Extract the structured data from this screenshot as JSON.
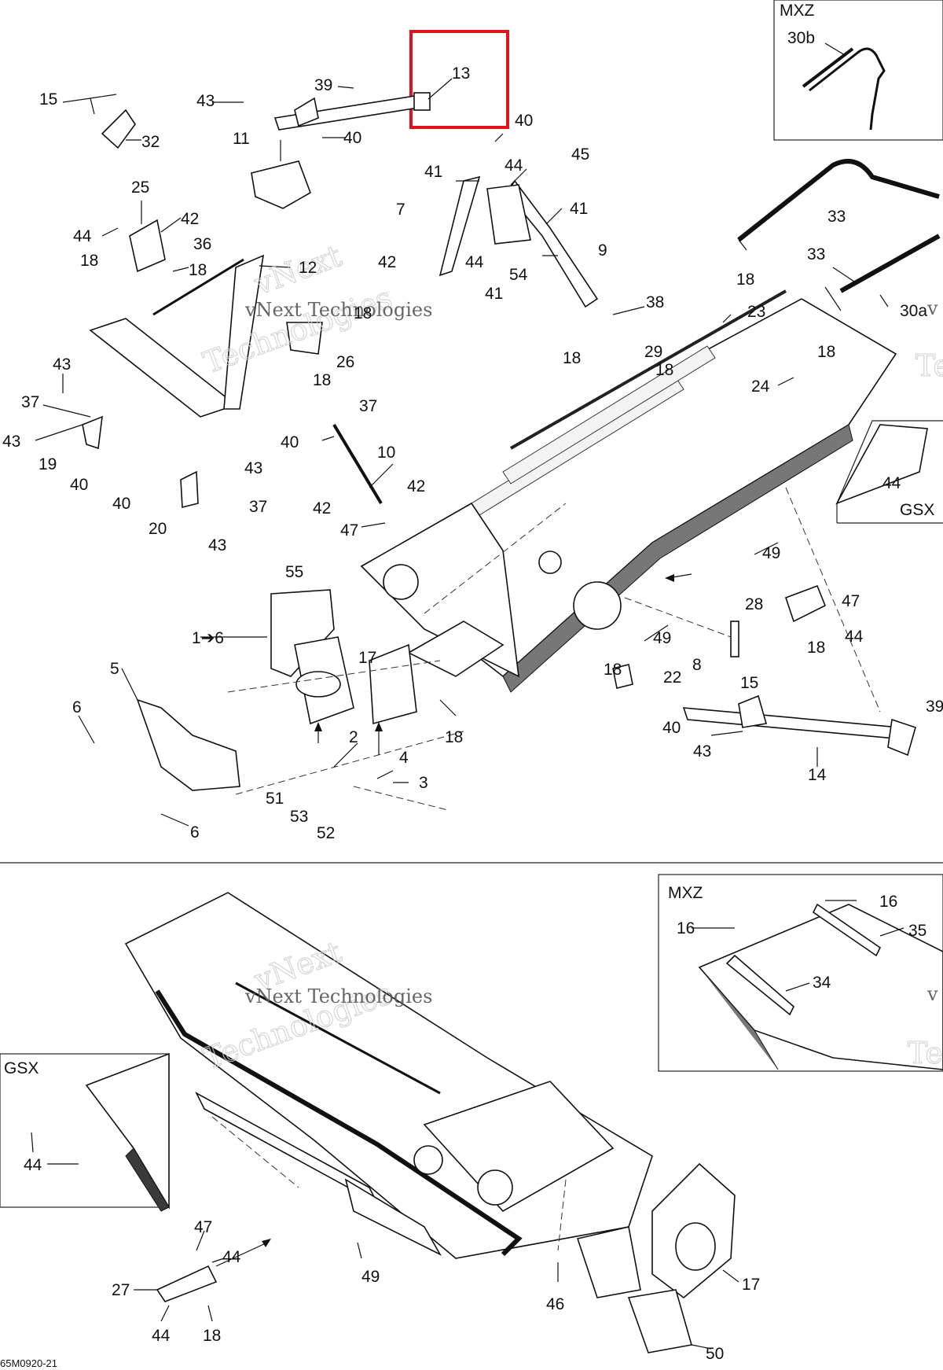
{
  "labels": [
    {
      "id": "13",
      "text": "13"
    },
    {
      "id": "39a",
      "text": "39"
    },
    {
      "id": "43a",
      "text": "43"
    },
    {
      "id": "40a",
      "text": "40"
    },
    {
      "id": "40b",
      "text": "40"
    },
    {
      "id": "15a",
      "text": "15"
    },
    {
      "id": "32",
      "text": "32"
    },
    {
      "id": "11",
      "text": "11"
    },
    {
      "id": "25",
      "text": "25"
    },
    {
      "id": "44a",
      "text": "44"
    },
    {
      "id": "42a",
      "text": "42"
    },
    {
      "id": "36",
      "text": "36"
    },
    {
      "id": "18a",
      "text": "18"
    },
    {
      "id": "18b",
      "text": "18"
    },
    {
      "id": "12",
      "text": "12"
    },
    {
      "id": "18c",
      "text": "18"
    },
    {
      "id": "26",
      "text": "26"
    },
    {
      "id": "18d",
      "text": "18"
    },
    {
      "id": "43b",
      "text": "43"
    },
    {
      "id": "37a",
      "text": "37"
    },
    {
      "id": "43c",
      "text": "43"
    },
    {
      "id": "19",
      "text": "19"
    },
    {
      "id": "40c",
      "text": "40"
    },
    {
      "id": "41a",
      "text": "41"
    },
    {
      "id": "44b",
      "text": "44"
    },
    {
      "id": "45",
      "text": "45"
    },
    {
      "id": "7",
      "text": "7"
    },
    {
      "id": "41b",
      "text": "41"
    },
    {
      "id": "42b",
      "text": "42"
    },
    {
      "id": "44c",
      "text": "44"
    },
    {
      "id": "54",
      "text": "54"
    },
    {
      "id": "41c",
      "text": "41"
    },
    {
      "id": "9",
      "text": "9"
    },
    {
      "id": "38",
      "text": "38"
    },
    {
      "id": "33a",
      "text": "33"
    },
    {
      "id": "33b",
      "text": "33"
    },
    {
      "id": "30a",
      "text": "30a"
    },
    {
      "id": "18e",
      "text": "18"
    },
    {
      "id": "23",
      "text": "23"
    },
    {
      "id": "18f",
      "text": "18"
    },
    {
      "id": "24",
      "text": "24"
    },
    {
      "id": "18g",
      "text": "18"
    },
    {
      "id": "29",
      "text": "29"
    },
    {
      "id": "18h",
      "text": "18"
    },
    {
      "id": "37b",
      "text": "37"
    },
    {
      "id": "40d",
      "text": "40"
    },
    {
      "id": "10",
      "text": "10"
    },
    {
      "id": "42c",
      "text": "42"
    },
    {
      "id": "42d",
      "text": "42"
    },
    {
      "id": "47a",
      "text": "47"
    },
    {
      "id": "43d",
      "text": "43"
    },
    {
      "id": "40e",
      "text": "40"
    },
    {
      "id": "37c",
      "text": "37"
    },
    {
      "id": "20",
      "text": "20"
    },
    {
      "id": "43e",
      "text": "43"
    },
    {
      "id": "44d",
      "text": "44"
    },
    {
      "id": "49a",
      "text": "49"
    },
    {
      "id": "28",
      "text": "28"
    },
    {
      "id": "47b",
      "text": "47"
    },
    {
      "id": "44e",
      "text": "44"
    },
    {
      "id": "18i",
      "text": "18"
    },
    {
      "id": "55",
      "text": "55"
    },
    {
      "id": "1to6",
      "text": "1➔6"
    },
    {
      "id": "17a",
      "text": "17"
    },
    {
      "id": "5",
      "text": "5"
    },
    {
      "id": "49b",
      "text": "49"
    },
    {
      "id": "8",
      "text": "8"
    },
    {
      "id": "18j",
      "text": "18"
    },
    {
      "id": "22",
      "text": "22"
    },
    {
      "id": "15b",
      "text": "15"
    },
    {
      "id": "6a",
      "text": "6"
    },
    {
      "id": "18k",
      "text": "18"
    },
    {
      "id": "2",
      "text": "2"
    },
    {
      "id": "4",
      "text": "4"
    },
    {
      "id": "3",
      "text": "3"
    },
    {
      "id": "40f",
      "text": "40"
    },
    {
      "id": "43f",
      "text": "43"
    },
    {
      "id": "39b",
      "text": "39"
    },
    {
      "id": "14",
      "text": "14"
    },
    {
      "id": "51",
      "text": "51"
    },
    {
      "id": "53",
      "text": "53"
    },
    {
      "id": "52",
      "text": "52"
    },
    {
      "id": "6b",
      "text": "6"
    },
    {
      "id": "16a",
      "text": "16"
    },
    {
      "id": "16b",
      "text": "16"
    },
    {
      "id": "35",
      "text": "35"
    },
    {
      "id": "34",
      "text": "34"
    },
    {
      "id": "44f",
      "text": "44"
    },
    {
      "id": "47c",
      "text": "47"
    },
    {
      "id": "44g",
      "text": "44"
    },
    {
      "id": "27",
      "text": "27"
    },
    {
      "id": "49c",
      "text": "49"
    },
    {
      "id": "46",
      "text": "46"
    },
    {
      "id": "17b",
      "text": "17"
    },
    {
      "id": "44h",
      "text": "44"
    },
    {
      "id": "18l",
      "text": "18"
    },
    {
      "id": "50",
      "text": "50"
    }
  ],
  "insets": {
    "mxz_top": "MXZ",
    "label_30b": "30b",
    "gsx_right": "GSX",
    "mxz_bottom": "MXZ",
    "gsx_left": "GSX"
  },
  "watermark": {
    "line1": "vNext",
    "line2": "Technologies",
    "overlay": "vNext Technologies",
    "edge_fragment_v": "v",
    "edge_fragment_t": "Te"
  },
  "drawing_code": "65M0920-21",
  "highlight": {
    "part": "13",
    "color": "#e0141e"
  }
}
